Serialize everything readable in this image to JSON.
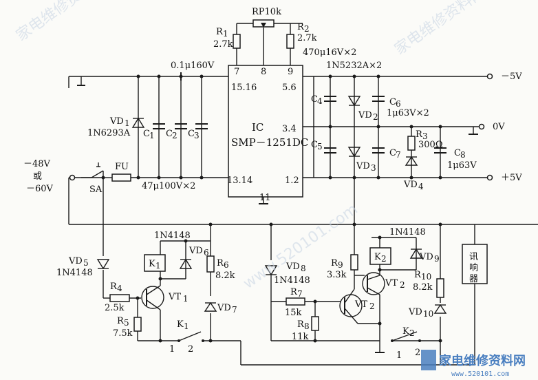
{
  "labels": {
    "rp": "RP10k",
    "r1": "R",
    "r1_sub": "1",
    "r1_val": "2.7k",
    "r2": "R",
    "r2_sub": "2",
    "r2_val": "2.7k",
    "c_top_right": "470μ16V×2",
    "c_top_left": "0.1μ160V",
    "pin7": "7",
    "pin8": "8",
    "pin9": "9",
    "pin1516": "15.16",
    "pin56": "5.6",
    "pin34": "3.4",
    "pin1314": "13.14",
    "pin12": "1.2",
    "pin11": "11",
    "ic1": "IC",
    "ic2": "SMP－1251DC",
    "diode_1n5232": "1N5232A×2",
    "vd1": "VD",
    "vd1_sub": "1",
    "vd1_part": "1N6293A",
    "c1": "C",
    "c1_sub": "1",
    "c2": "C",
    "c2_sub": "2",
    "c3": "C",
    "c3_sub": "3",
    "c4": "C",
    "c4_sub": "4",
    "c5": "C",
    "c5_sub": "5",
    "c6": "C",
    "c6_sub": "6",
    "c6_val": "1μ63V×2",
    "c7": "C",
    "c7_sub": "7",
    "c8": "C",
    "c8_sub": "8",
    "c8_val": "1μ63V",
    "r3": "R",
    "r3_sub": "3",
    "r3_val": "300Ω",
    "vd2": "VD",
    "vd2_sub": "2",
    "vd3": "VD",
    "vd3_sub": "3",
    "vd4": "VD",
    "vd4_sub": "4",
    "in_48": "－48V",
    "in_or": "或",
    "in_60": "－60V",
    "sa": "SA",
    "fu": "FU",
    "c_bottom": "47μ100V×2",
    "out_m5": "－5V",
    "out_0": "0V",
    "out_p5": "＋5V",
    "vd5": "VD",
    "vd5_sub": "5",
    "vd5_part": "1N4148",
    "r4": "R",
    "r4_sub": "4",
    "r4_val": "2.5k",
    "r5": "R",
    "r5_sub": "5",
    "r5_val": "7.5k",
    "vt1": "VT",
    "vt1_sub": "1",
    "k1": "K",
    "k1_sub": "1",
    "k1_sw": "K",
    "k1_sw_sub": "1",
    "k1_p1": "1",
    "k1_p2": "2",
    "vd6_part": "1N4148",
    "vd6": "VD",
    "vd6_sub": "6",
    "r6": "R",
    "r6_sub": "6",
    "r6_val": "8.2k",
    "vd7": "VD",
    "vd7_sub": "7",
    "vd8": "VD",
    "vd8_sub": "8",
    "vd8_part": "1N4148",
    "r7": "R",
    "r7_sub": "7",
    "r7_val": "15k",
    "r8": "R",
    "r8_sub": "8",
    "r8_val": "11k",
    "r9": "R",
    "r9_sub": "9",
    "r9_val": "3.3k",
    "vt2a": "VT",
    "vt2a_sub": "2",
    "vt2b": "VT",
    "vt2b_sub": "2",
    "k2": "K",
    "k2_sub": "2",
    "vd9_part": "1N4148",
    "vd9": "VD",
    "vd9_sub": "9",
    "r10": "R",
    "r10_sub": "10",
    "r10_val": "8.2k",
    "vd10": "VD",
    "vd10_sub": "10",
    "k2_sw": "K",
    "k2_sw_sub": "2",
    "k2_p1": "1",
    "k2_p2": "2",
    "buzzer1": "讯",
    "buzzer2": "响",
    "buzzer3": "器"
  },
  "watermark": {
    "site_cn": "家电维修资料网",
    "site_url": "www.520101.com"
  }
}
